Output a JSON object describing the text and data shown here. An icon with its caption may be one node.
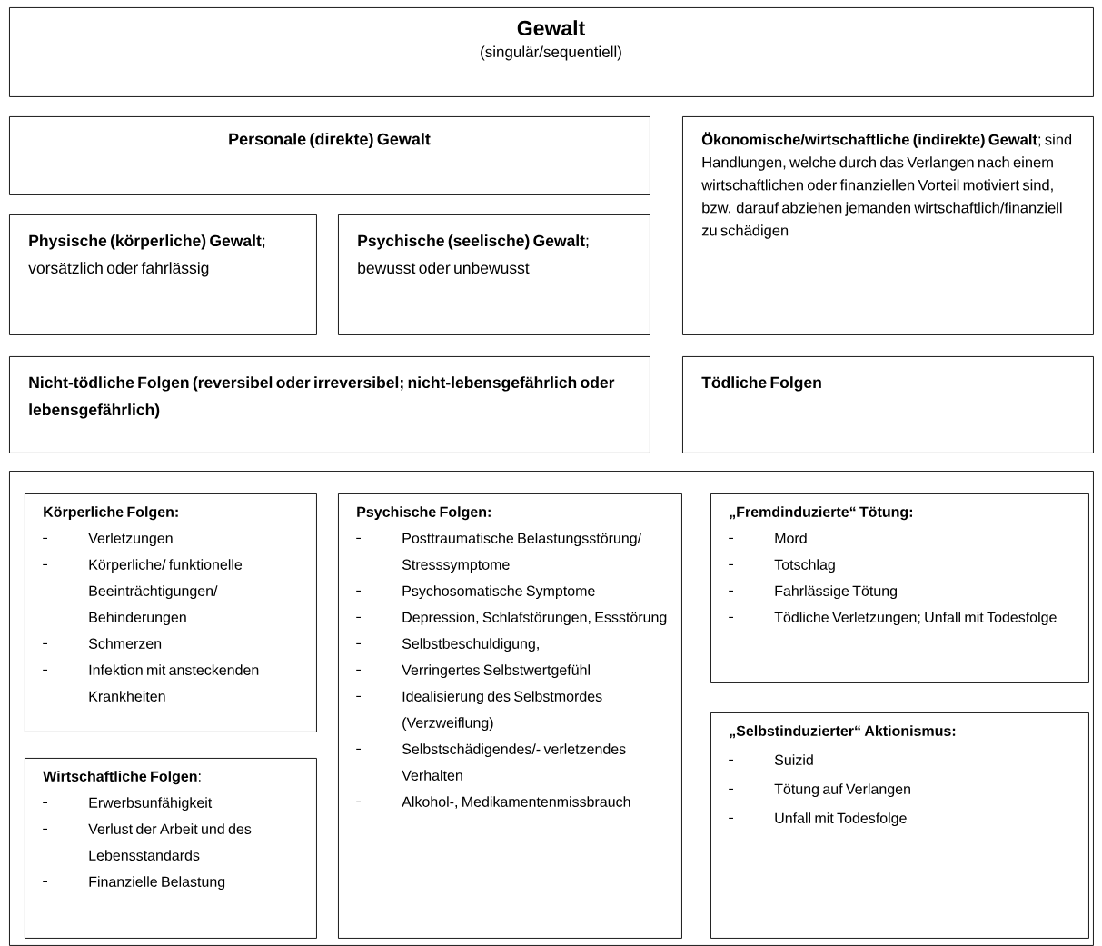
{
  "diagram": {
    "nodes": [
      {
        "text": [
          "Gewalt",
          "(singulär/sequentiell)"
        ]
      },
      {
        "text": [
          "Personale (direkte) Gewalt"
        ]
      },
      {
        "text": [
          "**Physische (körperliche) Gewalt**; vorsätzlich oder fahrlässig"
        ]
      },
      {
        "text": [
          "**Psychische (seelische) Gewalt**; bewusst oder unbewusst"
        ]
      },
      {
        "text": [
          "**Ökonomische/wirtschaftliche (indirekte) Gewalt**; sind Handlungen, welche durch das Verlangen nach einem wirtschaftlichen oder finanziellen Vorteil motiviert sind, bzw. darauf abziehen jemanden wirtschaftlich/finanziell zu schädigen"
        ]
      },
      {
        "text": [
          "Nicht-tödliche Folgen (reversibel oder irreversibel; nicht-lebensgefährlich oder lebensgefährlich)"
        ]
      },
      {
        "text": [
          "Tödliche Folgen"
        ]
      },
      {
        "text": [],
        "shape": "box"
      },
      {
        "text": [
          "Körperliche Folgen:",
          "Verletzungen",
          "Körperliche/ funktionelle Beeinträchtigungen/ Behinderungen",
          "Schmerzen",
          "Infektion mit ansteckenden Krankheiten"
        ],
        "in": 7
      },
      {
        "text": [
          "Psychische Folgen:",
          "Posttraumatische Belastungsstörung/ Stresssymptome",
          "Psychosomatische Symptome",
          "Depression, Schlafstörungen, Essstörung",
          "Selbstbeschuldigung,",
          "Verringertes Selbstwertgefühl",
          "Idealisierung des Selbstmordes (Verzweiflung)",
          "Selbstschädigendes/- verletzendes Verhalten",
          "Alkohol-, Medikamentenmissbrauch"
        ],
        "in": 7
      },
      {
        "text": [
          "„Fremdinduzierte“ Tötung:",
          "Mord",
          "Totschlag",
          "Fahrlässige Tötung",
          "Tödliche Verletzungen; Unfall mit Todesfolge"
        ],
        "in": 7
      },
      {
        "text": [
          "**Wirtschaftliche Folgen**:",
          "Erwerbsunfähigkeit",
          "Verlust der Arbeit und des Lebensstandards",
          "Finanzielle Belastung"
        ],
        "in": 7
      },
      {
        "text": [
          "„Selbstinduzierter“ Aktionismus:",
          "Suizid",
          "Tötung auf Verlangen",
          "Unfall mit Todesfolge"
        ],
        "in": 7
      }
    ]
  }
}
